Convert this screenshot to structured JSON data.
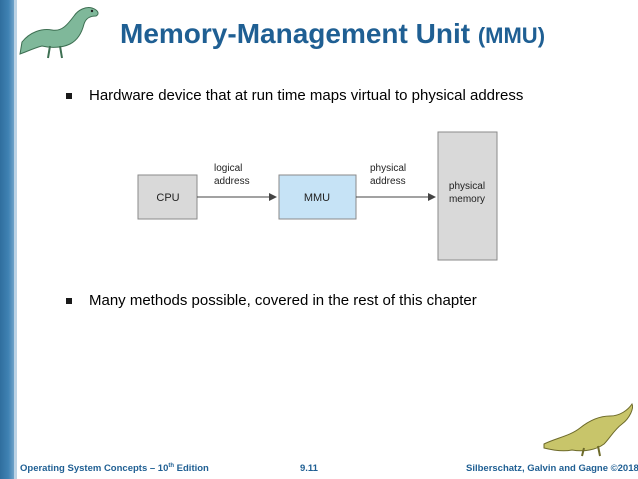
{
  "slide": {
    "title_main": "Memory-Management Unit",
    "title_paren": "(MMU)",
    "bullets": [
      "Hardware device that at run time maps virtual to physical address",
      "Many methods possible, covered in the rest of this chapter"
    ]
  },
  "diagram": {
    "cpu_label": "CPU",
    "mmu_label": "MMU",
    "logical_line1": "logical",
    "logical_line2": "address",
    "physical_line1": "physical",
    "physical_line2": "address",
    "memory_line1": "physical",
    "memory_line2": "memory"
  },
  "footer": {
    "book_prefix": "Operating System Concepts – 10",
    "book_sup": "th",
    "book_suffix": " Edition",
    "page": "9.11",
    "copyright": "Silberschatz, Galvin and Gagne ©2018"
  },
  "colors": {
    "title": "#1f5f93",
    "sidebar": "#3f82b3",
    "mmu_fill": "#c6e3f6",
    "box_fill": "#d9d9d9"
  }
}
